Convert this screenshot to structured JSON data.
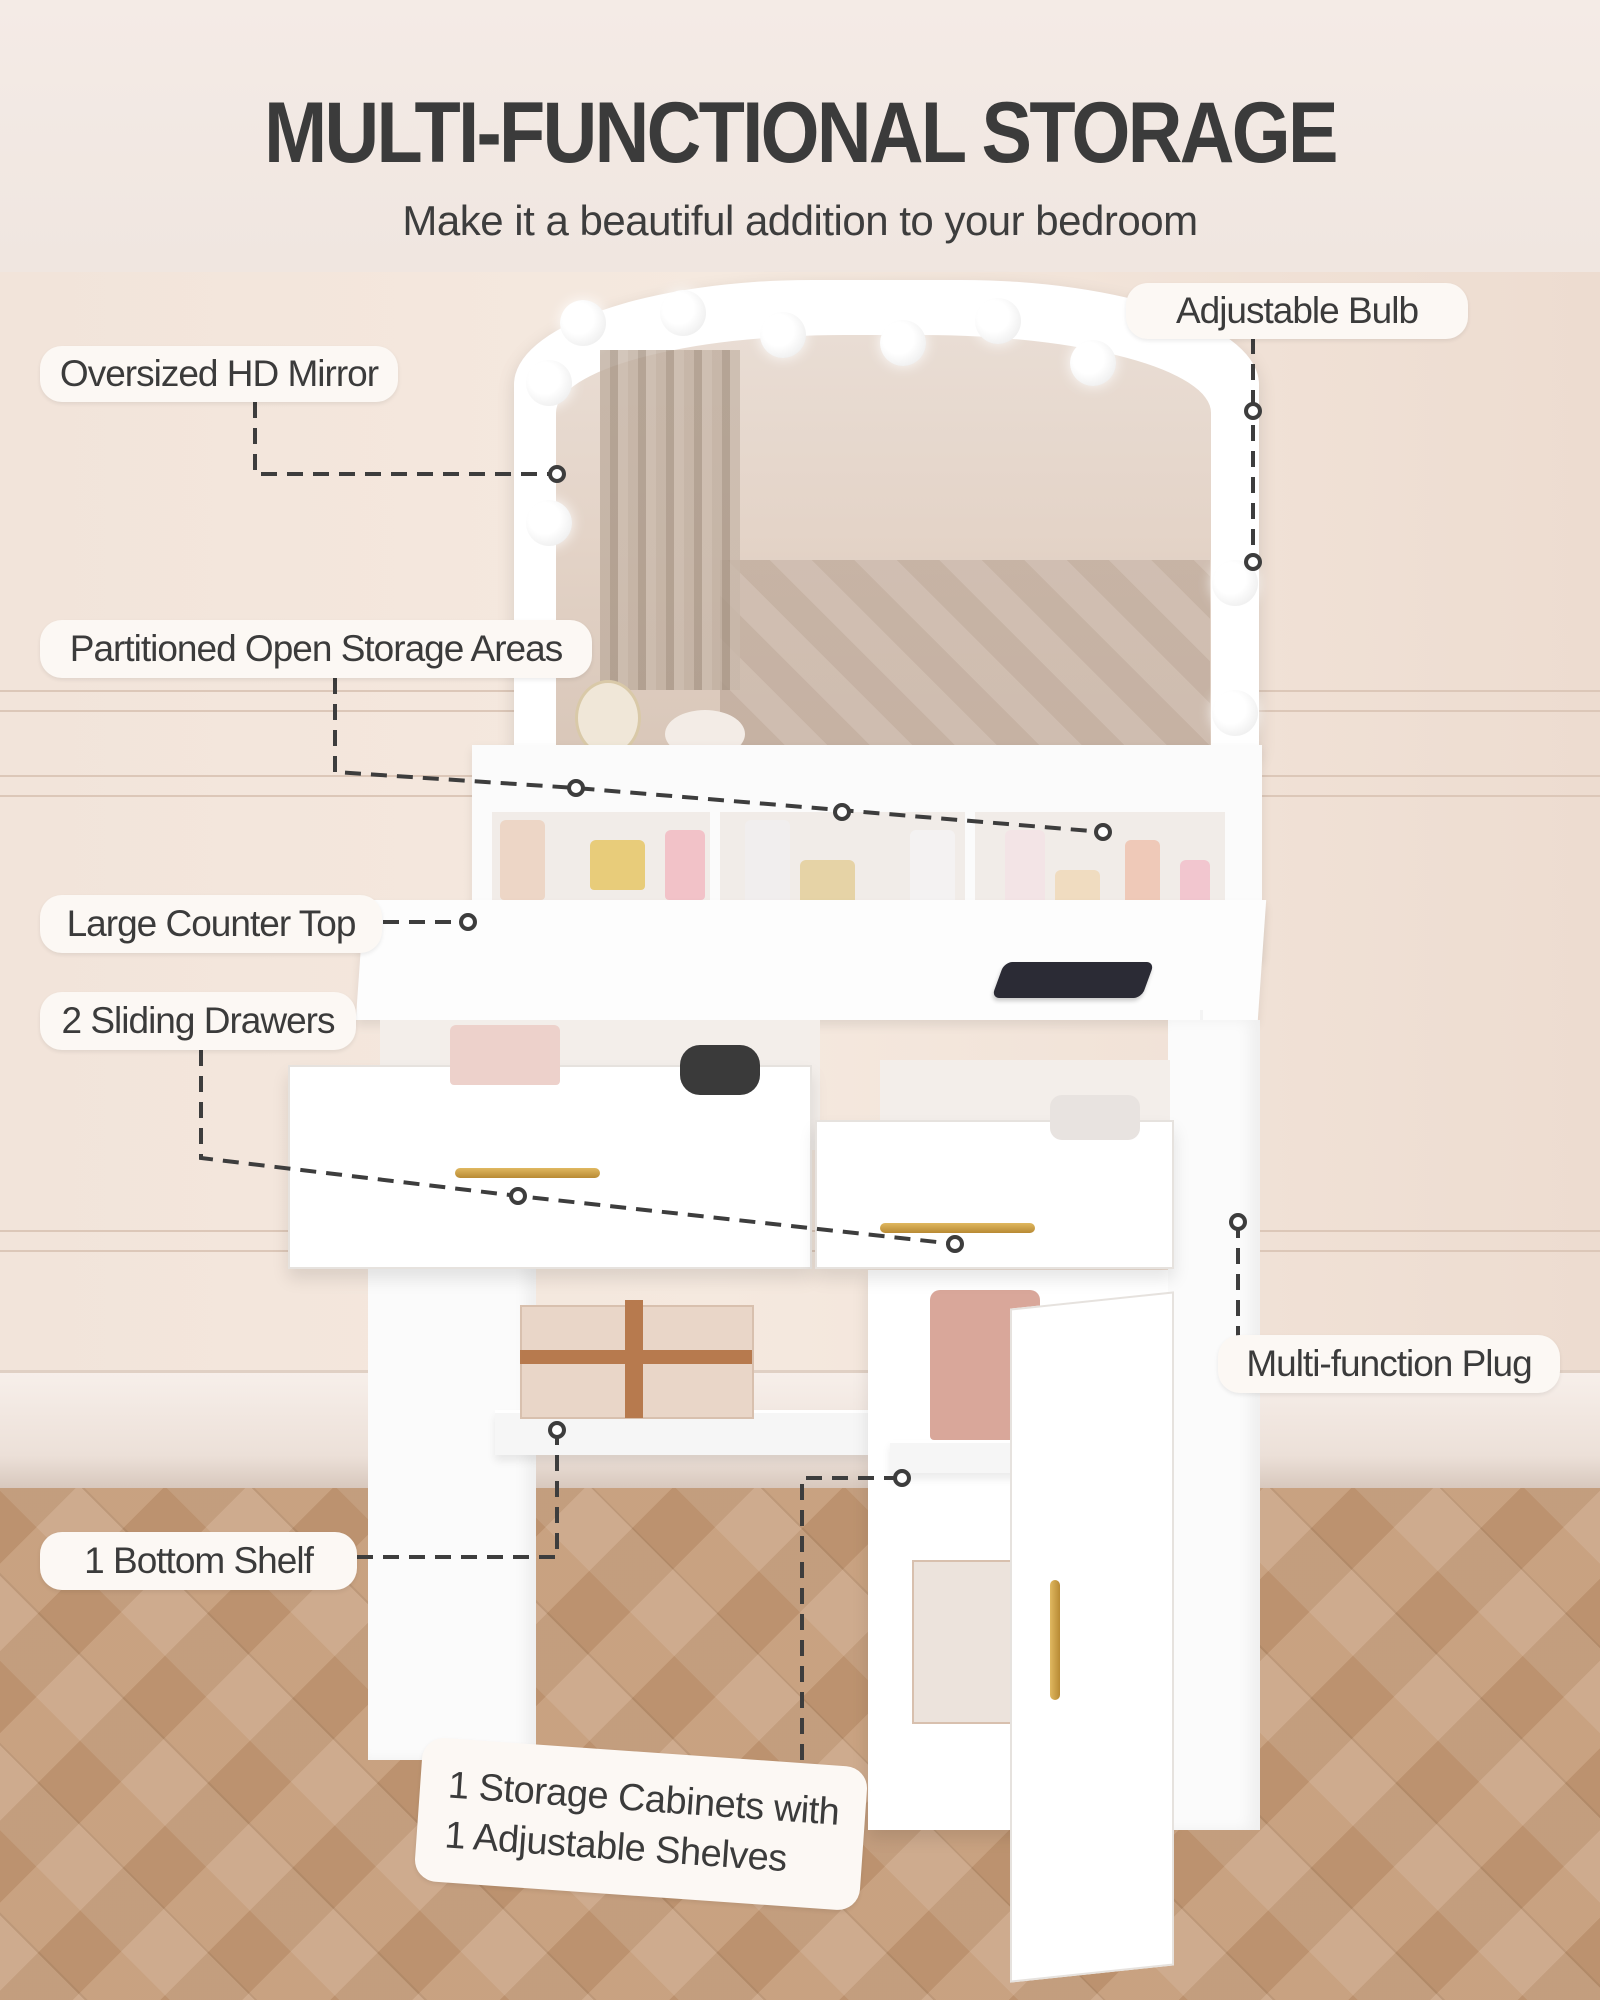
{
  "header": {
    "title": "MULTI-FUNCTIONAL STORAGE",
    "subtitle": "Make it a beautiful addition to your bedroom"
  },
  "callouts": {
    "adjustable_bulb": "Adjustable Bulb",
    "oversized_mirror": "Oversized HD Mirror",
    "open_storage": "Partitioned Open Storage Areas",
    "counter_top": "Large Counter Top",
    "sliding_drawers": "2 Sliding Drawers",
    "multi_plug": "Multi-function Plug",
    "bottom_shelf": "1 Bottom Shelf",
    "cabinet_line1": "1 Storage Cabinets with",
    "cabinet_line2": "1 Adjustable Shelves"
  },
  "colors": {
    "text": "#3b3b3b",
    "label_bg": "#fcf8f4",
    "leader": "#3d3d3d",
    "gold_handle": "#c9a048"
  }
}
